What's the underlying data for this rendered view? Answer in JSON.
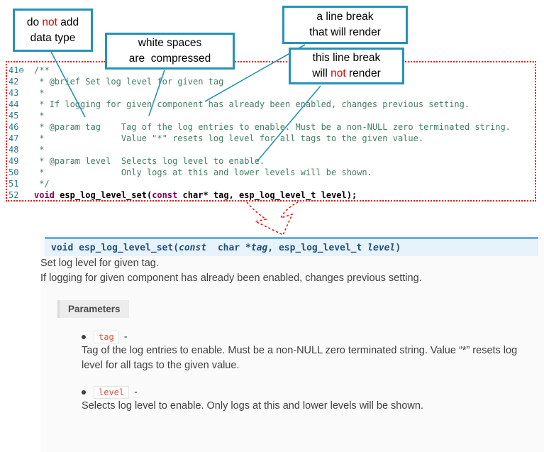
{
  "colors": {
    "callout_border": "#2493b8",
    "code_box_border": "#ff0000",
    "comment_text": "#3F7F5F",
    "keyword_text": "#7F0055",
    "signature_bg": "#e7f2fa",
    "signature_border": "#6ab0de",
    "param_code_text": "#e74c3c"
  },
  "callouts": {
    "no_datatype": {
      "pre": "do ",
      "em": "not",
      "post": " add",
      "line2": "data type"
    },
    "whitespace": {
      "line1": "white spaces",
      "line2": "are  compressed"
    },
    "break_render": {
      "line1": "a line break",
      "line2": "that will render"
    },
    "break_norender": {
      "line1": "this line break",
      "pre": "will ",
      "em": "not",
      "post": " render"
    }
  },
  "code": {
    "lines": [
      {
        "gutter": "41⊖",
        "text": "/**"
      },
      {
        "gutter": "42",
        "text": " * @brief Set log level for given tag"
      },
      {
        "gutter": "43",
        "text": " *"
      },
      {
        "gutter": "44",
        "text": " * If logging for given component has already been enabled, changes previous setting."
      },
      {
        "gutter": "45",
        "text": " *"
      },
      {
        "gutter": "46",
        "text": " * @param tag    Tag of the log entries to enable. Must be a non-NULL zero terminated string."
      },
      {
        "gutter": "47",
        "text": " *               Value \"*\" resets log level for all tags to the given value."
      },
      {
        "gutter": "48",
        "text": " *"
      },
      {
        "gutter": "49",
        "text": " * @param level  Selects log level to enable."
      },
      {
        "gutter": "50",
        "text": " *               Only logs at this and lower levels will be shown."
      },
      {
        "gutter": "51",
        "text": " */"
      },
      {
        "gutter": "52",
        "segments": [
          {
            "t": "void",
            "c": "kw"
          },
          {
            "t": " ",
            "c": "code"
          },
          {
            "t": "esp_log_level_set",
            "c": "code"
          },
          {
            "t": "(",
            "c": "code"
          },
          {
            "t": "const",
            "c": "kw"
          },
          {
            "t": " char* tag, esp_log_level_t level);",
            "c": "code"
          }
        ]
      }
    ]
  },
  "docs": {
    "signature": [
      {
        "t": "void",
        "c": "b"
      },
      {
        "t": " ",
        "c": "b"
      },
      {
        "t": "esp_log_level_set",
        "c": "b"
      },
      {
        "t": "(",
        "c": "b"
      },
      {
        "t": "const",
        "c": "bi"
      },
      {
        "t": "  char *",
        "c": "b"
      },
      {
        "t": "tag",
        "c": "bi"
      },
      {
        "t": ", ",
        "c": "b"
      },
      {
        "t": "esp_log_level_t ",
        "c": "b"
      },
      {
        "t": "level",
        "c": "bi"
      },
      {
        "t": ")",
        "c": "b"
      }
    ],
    "p1": "Set log level for given tag.",
    "p2": "If logging for given component has already been enabled, changes previous setting.",
    "params_label": "Parameters",
    "params": [
      {
        "name": "tag",
        "dash": "-",
        "desc": "Tag of the log entries to enable. Must be a non-NULL zero terminated string. Value “*” resets log level for all tags to the given value."
      },
      {
        "name": "level",
        "dash": "-",
        "desc": "Selects log level to enable. Only logs at this and lower levels will be shown."
      }
    ]
  }
}
